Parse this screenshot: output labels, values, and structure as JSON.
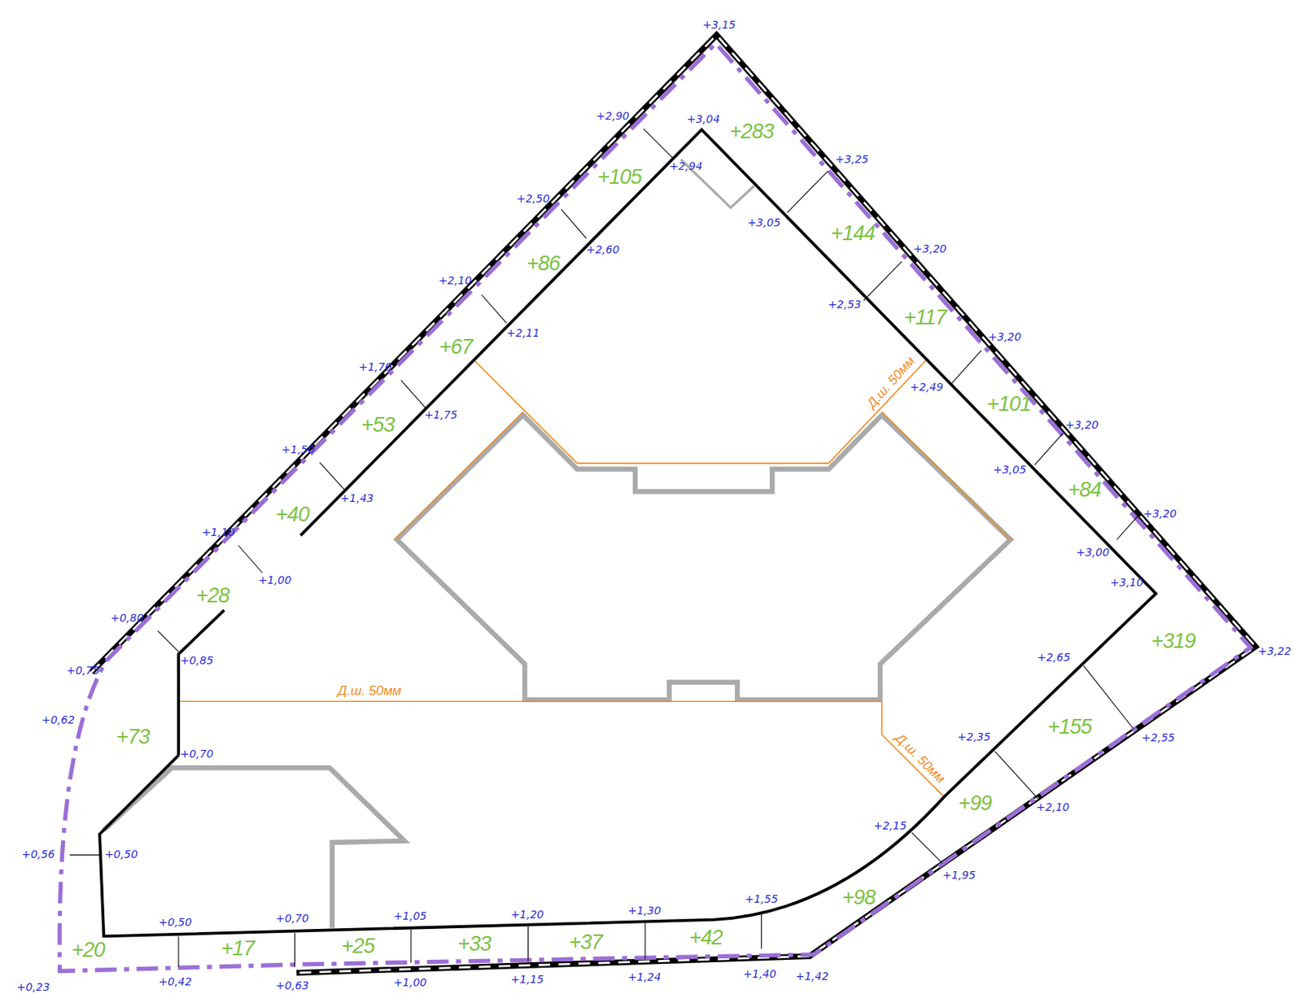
{
  "diagram": {
    "labels": [
      "+3,15",
      "+2,90",
      "+3,04",
      "+2,94",
      "+3,25",
      "+2,50",
      "+2,60",
      "+3,05",
      "+3,20",
      "+2,10",
      "+2,11",
      "+2,53",
      "+3,20",
      "+1,70",
      "+1,75",
      "+2,49",
      "+3,20",
      "+1,50",
      "+1,43",
      "+3,05",
      "+3,20",
      "+1,10",
      "+1,00",
      "+3,00",
      "+3,10",
      "+0,80",
      "+0,75",
      "+0,85",
      "+3,22",
      "+2,65",
      "+0,62",
      "+2,55",
      "+2,35",
      "+0,70",
      "+2,15",
      "+2,10",
      "+0,56",
      "+0,50",
      "+1,95",
      "+1,55",
      "+0,50",
      "+0,70",
      "+1,05",
      "+1,20",
      "+1,30",
      "+0,23",
      "+0,42",
      "+0,63",
      "+1,00",
      "+1,15",
      "+1,24",
      "+1,40",
      "+1,42",
      "+283",
      "+105",
      "+144",
      "+86",
      "+117",
      "+67",
      "+101",
      "+53",
      "+84",
      "+40",
      "+28",
      "+319",
      "+73",
      "+155",
      "+99",
      "+98",
      "+20",
      "+17",
      "+25",
      "+33",
      "+37",
      "+42",
      "Д.ш. 50мм",
      "Д.ш. 50мм",
      "Д.ш. 50мм"
    ]
  }
}
